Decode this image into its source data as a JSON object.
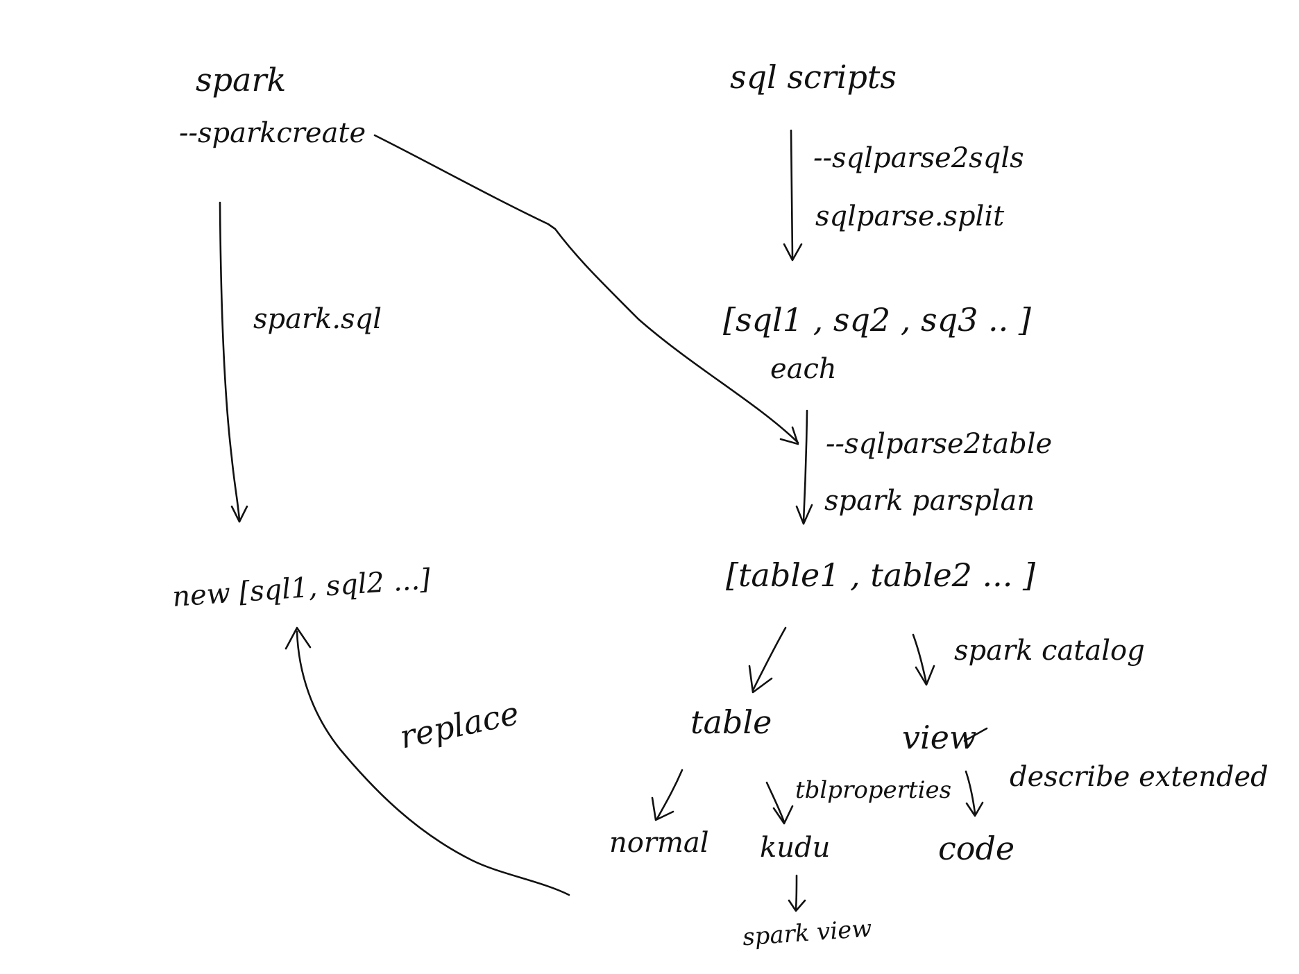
{
  "diagram": {
    "ink_color": "#111111",
    "background": "#ffffff",
    "nodes": {
      "spark": "spark",
      "spark_create": "--sparkcreate",
      "spark_sql": "spark.sql",
      "new_sqls": "new [sql1, sql2 ...]",
      "sql_scripts": "sql  scripts",
      "sqlparse2sqls": "--sqlparse2sqls",
      "sqlparse_split": "sqlparse.split",
      "sql_list": "[sql1 , sq2 , sq3 .. ]",
      "each": "each",
      "sqlparse2table": "--sqlparse2table",
      "spark_parsplan": "spark  parsplan",
      "table_list": "[table1 , table2  ...  ]",
      "spark_catalog": "spark  catalog",
      "table": "table",
      "view": "view",
      "tblproperties": "tblproperties",
      "describe_extended": "describe  extended",
      "normal": "normal",
      "kudu": "kudu",
      "code": "code",
      "spark_view": "spark view",
      "replace": "replace"
    }
  }
}
